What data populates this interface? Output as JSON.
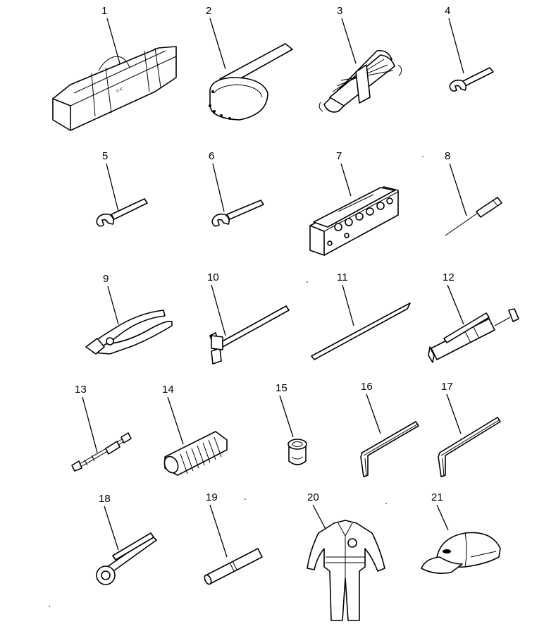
{
  "diagram": {
    "items": [
      {
        "number": "1",
        "icon": "tool-bag-icon"
      },
      {
        "number": "2",
        "icon": "filter-wrench-icon"
      },
      {
        "number": "3",
        "icon": "wrench-set-icon"
      },
      {
        "number": "4",
        "icon": "open-wrench-icon"
      },
      {
        "number": "5",
        "icon": "open-wrench-icon"
      },
      {
        "number": "6",
        "icon": "open-wrench-icon"
      },
      {
        "number": "7",
        "icon": "socket-set-case-icon"
      },
      {
        "number": "8",
        "icon": "screwdriver-icon"
      },
      {
        "number": "9",
        "icon": "pliers-icon"
      },
      {
        "number": "10",
        "icon": "hammer-icon"
      },
      {
        "number": "11",
        "icon": "pry-bar-icon"
      },
      {
        "number": "12",
        "icon": "grease-gun-icon"
      },
      {
        "number": "13",
        "icon": "nozzle-hose-icon"
      },
      {
        "number": "14",
        "icon": "spring-icon"
      },
      {
        "number": "15",
        "icon": "socket-icon"
      },
      {
        "number": "16",
        "icon": "hex-key-icon"
      },
      {
        "number": "17",
        "icon": "hex-key-icon"
      },
      {
        "number": "18",
        "icon": "ring-wrench-icon"
      },
      {
        "number": "19",
        "icon": "pipe-icon"
      },
      {
        "number": "20",
        "icon": "coverall-icon"
      },
      {
        "number": "21",
        "icon": "cap-icon"
      }
    ]
  }
}
